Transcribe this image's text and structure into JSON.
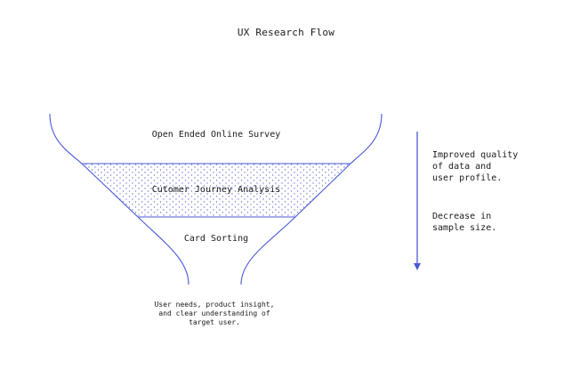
{
  "title": "UX Research Flow",
  "stages": [
    "Open Ended Online Survey",
    "Cutomer Journey Analysis",
    "Card Sorting"
  ],
  "outcome_lines": [
    "User needs, product insight,",
    "and clear understanding of",
    "target user."
  ],
  "notes": {
    "quality_lines": [
      "Improved quality",
      "of data and",
      "user profile."
    ],
    "sample_lines": [
      "Decrease in",
      "sample size."
    ]
  },
  "colors": {
    "funnel_stroke": "#4a5ad6",
    "arrow": "#4a5ad6",
    "dots": "#6a78e0",
    "text": "#1a1a1a"
  }
}
